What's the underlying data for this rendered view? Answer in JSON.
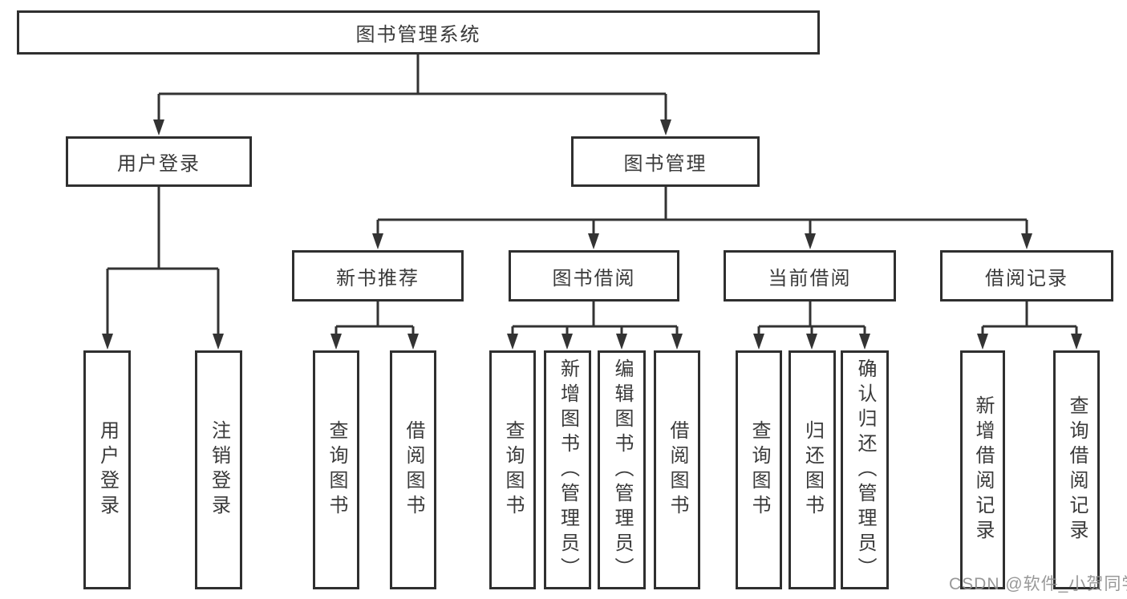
{
  "diagram": {
    "root": {
      "label": "图书管理系统"
    },
    "level2": [
      {
        "label": "用户登录"
      },
      {
        "label": "图书管理"
      }
    ],
    "level3": [
      {
        "label": "新书推荐"
      },
      {
        "label": "图书借阅"
      },
      {
        "label": "当前借阅"
      },
      {
        "label": "借阅记录"
      }
    ],
    "leaves": {
      "user_login": [
        {
          "label": "用户登录"
        },
        {
          "label": "注销登录"
        }
      ],
      "new_books": [
        {
          "label": "查询图书"
        },
        {
          "label": "借阅图书"
        }
      ],
      "book_borrowing": [
        {
          "label": "查询图书"
        },
        {
          "label": "新增图书（管理员）"
        },
        {
          "label": "编辑图书（管理员）"
        },
        {
          "label": "借阅图书"
        }
      ],
      "current_borrowing": [
        {
          "label": "查询图书"
        },
        {
          "label": "归还图书"
        },
        {
          "label": "确认归还（管理员）"
        }
      ],
      "borrowing_records": [
        {
          "label": "新增借阅记录"
        },
        {
          "label": "查询借阅记录"
        }
      ]
    },
    "watermark": "CSDN @软件_小贺同学",
    "colors": {
      "line": "#333333",
      "box_border": "#2f2f2f",
      "text": "#3a3a3a",
      "watermark": "#8f8f8f",
      "background": "#ffffff"
    }
  }
}
